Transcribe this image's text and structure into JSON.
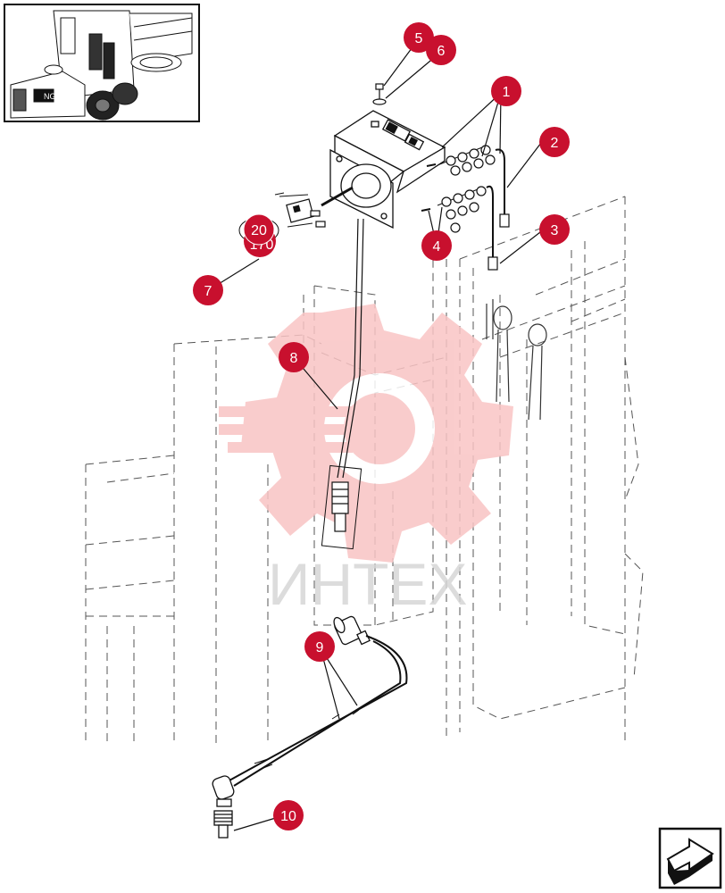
{
  "watermark": {
    "text": "ИНТЕХ",
    "color": "#f7b8b8"
  },
  "callout_color": "#c8102e",
  "callouts": {
    "c1": "1",
    "c2": "2",
    "c3": "3",
    "c4": "4",
    "c5": "5",
    "c6": "6",
    "c7": "7",
    "c8": "8",
    "c9": "9",
    "c10": "10",
    "c20": "20",
    "c170": "170"
  },
  "thumbnail": {
    "logo_text": "NG"
  },
  "nav_button": {
    "icon": "next-arrow-icon"
  }
}
